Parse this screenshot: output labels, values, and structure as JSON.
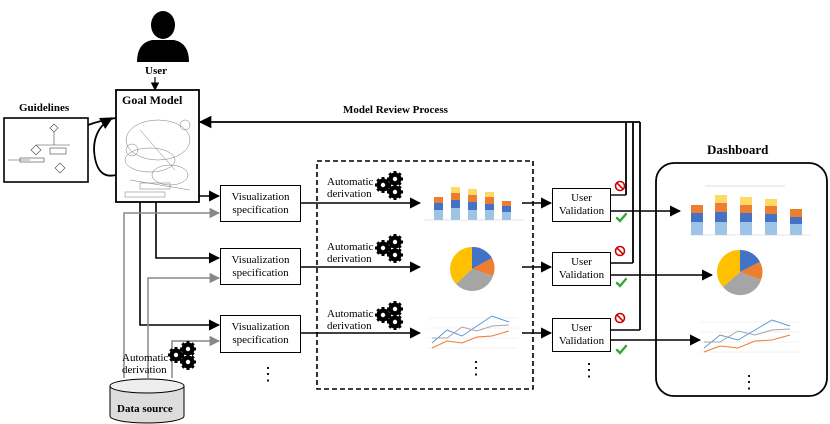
{
  "user": {
    "label": "User"
  },
  "goal_model": {
    "label": "Goal Model"
  },
  "guidelines": {
    "label": "Guidelines"
  },
  "review": {
    "label": "Model Review Process"
  },
  "dashboard": {
    "label": "Dashboard"
  },
  "data_source": {
    "label": "Data source"
  },
  "viz_spec": {
    "line1": "Visualization",
    "line2": "specification"
  },
  "auto_deriv": {
    "line1": "Automatic",
    "line2": "derivation"
  },
  "validation": {
    "line1": "User",
    "line2": "Validation"
  },
  "ellipsis": "⋮",
  "icons": {
    "user": "user-silhouette-icon",
    "gears": "gears-icon",
    "reject": "prohibited-icon",
    "accept": "check-icon"
  },
  "colors": {
    "accent_blue": "#4472c4",
    "accent_orange": "#ed7d31",
    "accent_gray": "#a5a5a5",
    "accent_yellow": "#ffc000",
    "light_blue": "#5b9bd5",
    "reject_red": "#d00000",
    "accept_green": "#3aa53a"
  }
}
